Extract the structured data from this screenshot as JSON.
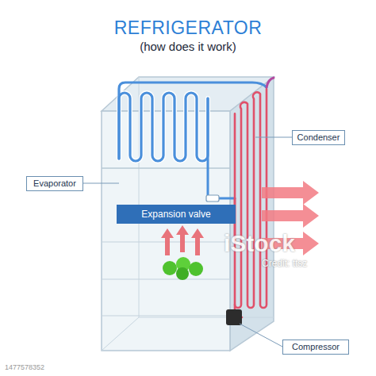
{
  "diagram": {
    "title": "REFRIGERATOR",
    "nodes": [
      {
        "text": [
          "Condenser"
        ]
      },
      {
        "text": [
          "Evaporator"
        ]
      },
      {
        "text": [
          "Expansion valve"
        ]
      },
      {
        "text": [
          "Compressor"
        ]
      }
    ],
    "labels": [
      "(how does it work)",
      "iStock",
      "Credit: ttsz",
      "1477578352"
    ]
  }
}
